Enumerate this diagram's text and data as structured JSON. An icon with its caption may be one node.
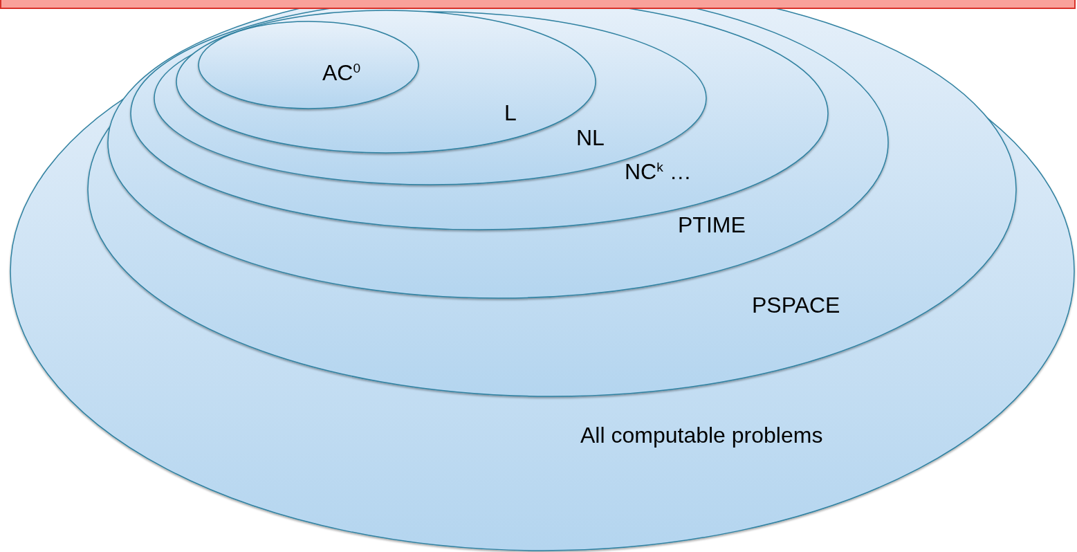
{
  "diagram": {
    "nodes": [
      {
        "text": [
          "All computable problems"
        ]
      },
      {
        "text": [
          "PSPACE"
        ],
        "in": 0
      },
      {
        "text": [
          "PTIME"
        ],
        "in": 1
      },
      {
        "text": [
          "NC$^{k}$ …"
        ],
        "in": 2
      },
      {
        "text": [
          "NL"
        ],
        "in": 3
      },
      {
        "text": [
          "L"
        ],
        "in": 4
      },
      {
        "text": [
          "AC$^{0}$"
        ],
        "in": 5
      }
    ]
  }
}
